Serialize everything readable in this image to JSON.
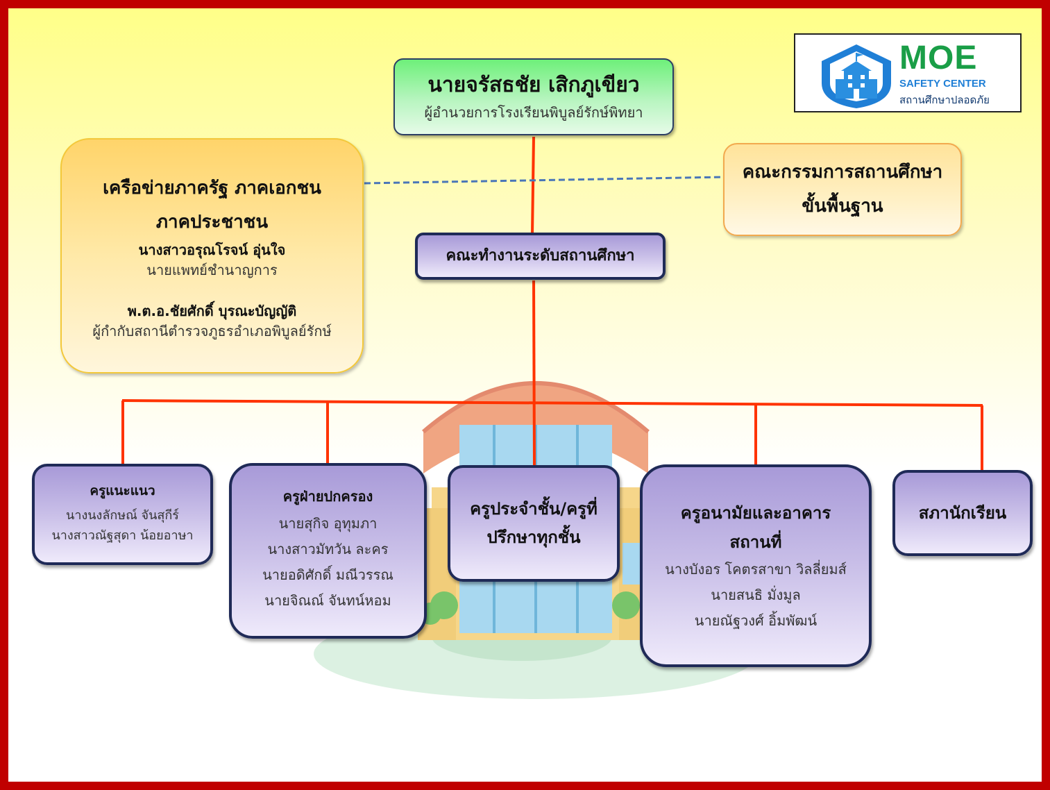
{
  "director": {
    "name": "นายจรัสธชัย เสิกภูเขียว",
    "role": "ผู้อำนวยการโรงเรียนพิบูลย์รักษ์พิทยา"
  },
  "network": {
    "title_line1": "เครือข่ายภาครัฐ ภาคเอกชน",
    "title_line2": "ภาคประชาชน",
    "person1_name": "นางสาวอรุณโรจน์ อุ่นใจ",
    "person1_role": "นายแพทย์ชำนาญการ",
    "person2_name": "พ.ต.อ.ชัยศักดิ์ บุรณะบัญญัติ",
    "person2_role": "ผู้กำกับสถานีตำรวจภูธรอำเภอพิบูลย์รักษ์"
  },
  "committee": {
    "line1": "คณะกรรมการสถานศึกษา",
    "line2": "ขั้นพื้นฐาน"
  },
  "workgroup": {
    "title": "คณะทำงานระดับสถานศึกษา"
  },
  "guidance": {
    "title": "ครูแนะแนว",
    "members": [
      "นางนงลักษณ์ จันสุกีร์",
      "นางสาวณัฐสุดา น้อยอาษา"
    ]
  },
  "discipline": {
    "title": "ครูฝ่ายปกครอง",
    "members": [
      "นายสุกิจ อุทุมภา",
      "นางสาวมัทวัน ละคร",
      "นายอดิศักดิ์ มณีวรรณ",
      "นายจิณณ์ จันทน์หอม"
    ]
  },
  "homeroom": {
    "line1": "ครูประจำชั้น/ครูที่",
    "line2": "ปรึกษาทุกชั้น"
  },
  "health": {
    "line1": "ครูอนามัยและอาคาร",
    "line2": "สถานที่",
    "members": [
      "นางบังอร โคตรสาขา วิลลี่ยมส์",
      "นายสนธิ มั่งมูล",
      "นายณัฐวงศ์ อิ้มพัฒน์"
    ]
  },
  "council": {
    "title": "สภานักเรียน"
  },
  "logo": {
    "brand": "MOE",
    "subtitle": "SAFETY CENTER",
    "thai": "สถานศึกษาปลอดภัย",
    "icon": "school-shield-icon"
  },
  "colors": {
    "border": "#c00000",
    "connector": "#ff3300",
    "dashed_link": "#4a76b8",
    "box_outline": "#1f2a57"
  }
}
